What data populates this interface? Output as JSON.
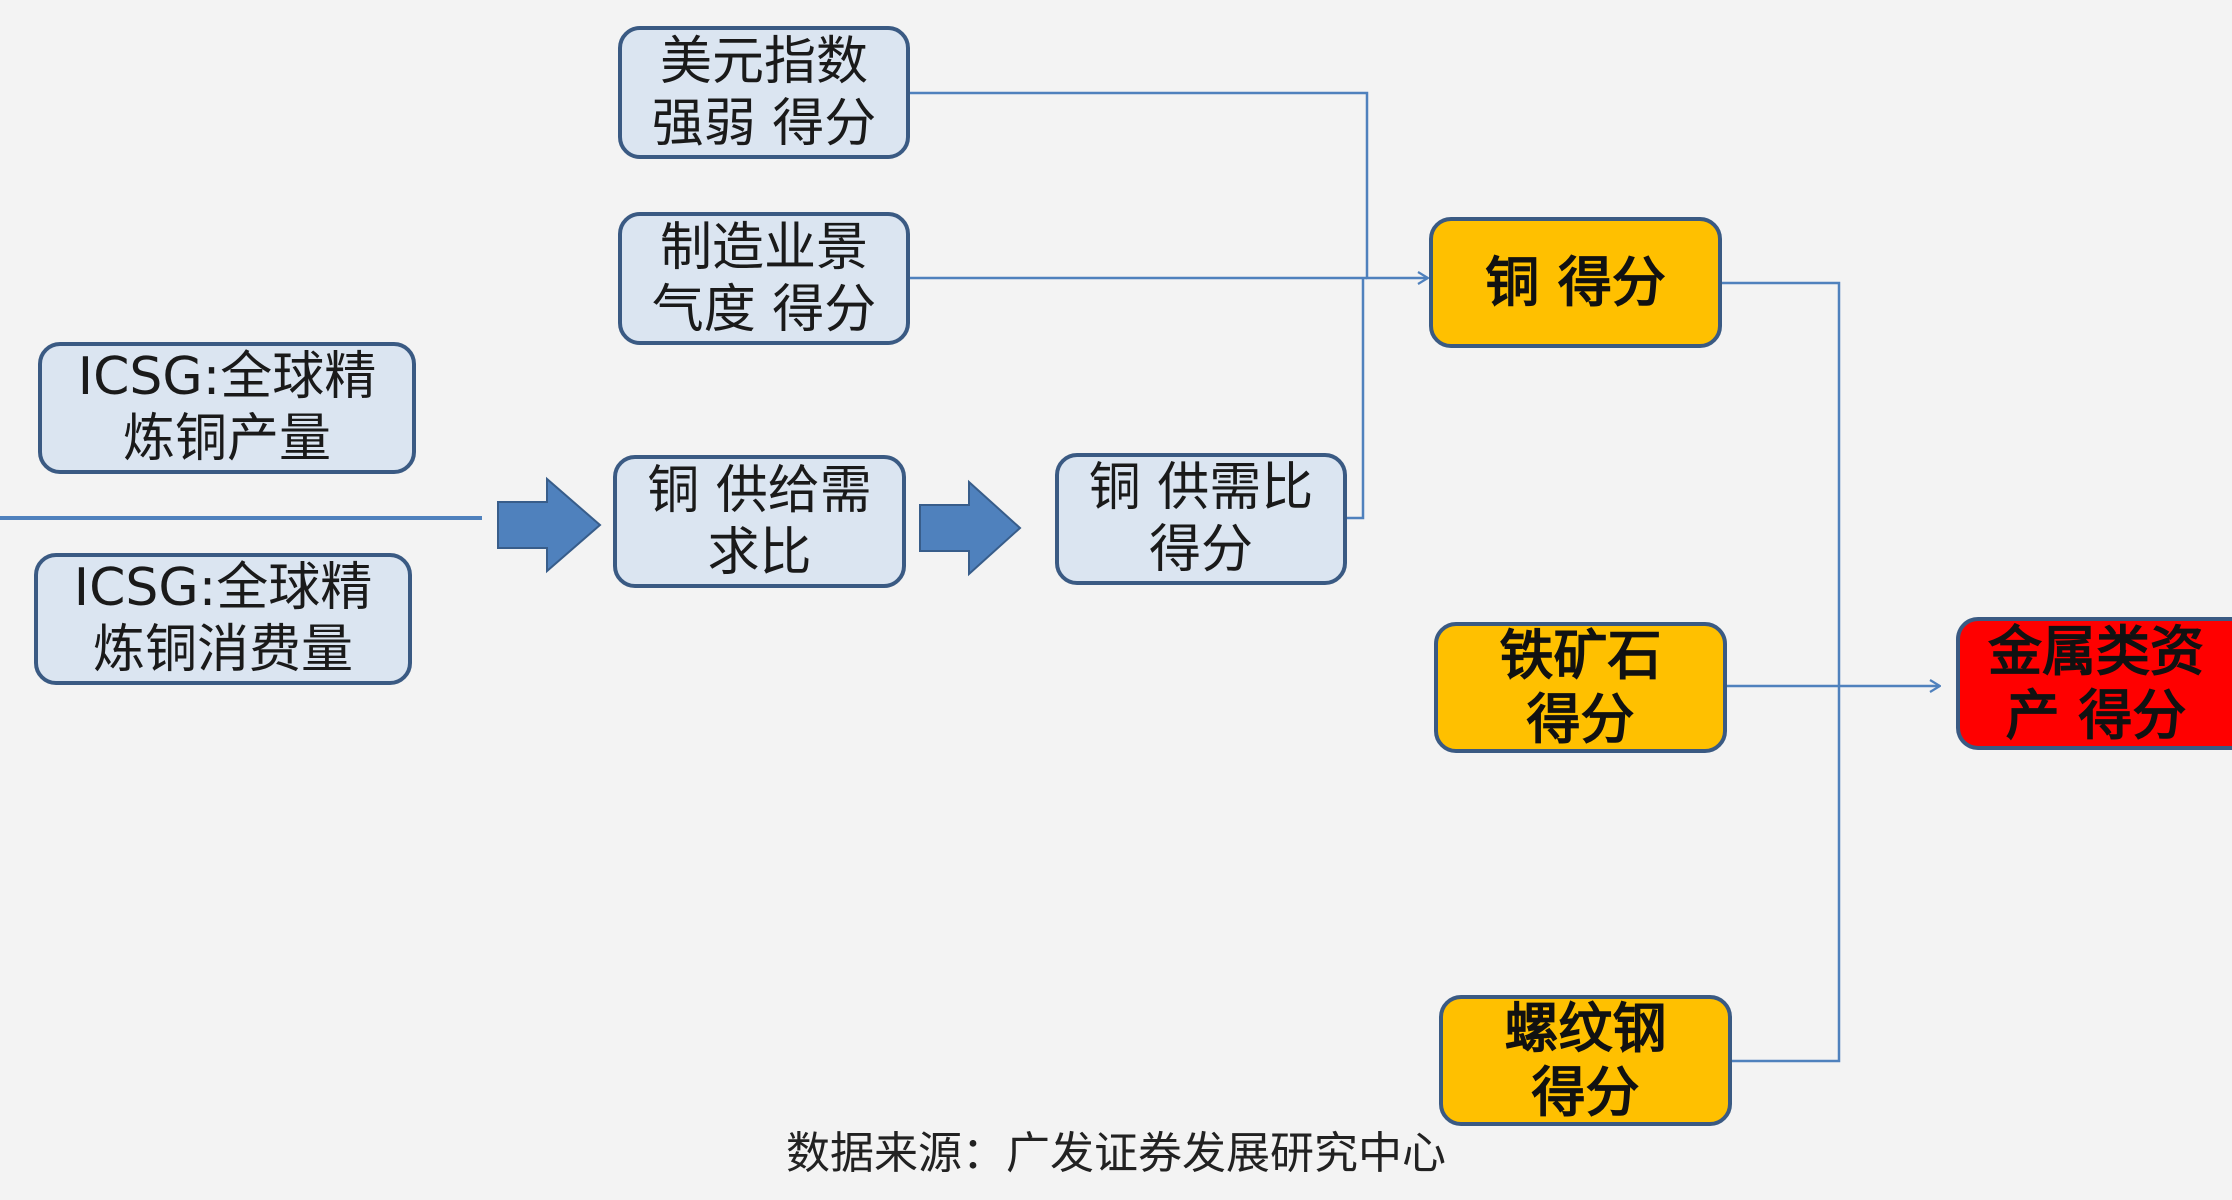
{
  "diagram": {
    "nodes": {
      "usd_index": "美元指数\n强弱 得分",
      "manufacturing": "制造业景\n气度 得分",
      "icsg_production": "ICSG:全球精\n炼铜产量",
      "icsg_consumption": "ICSG:全球精\n炼铜消费量",
      "copper_supply_demand_ratio": "铜 供给需\n求比",
      "copper_supply_demand_score": "铜 供需比\n得分",
      "copper_score": "铜 得分",
      "iron_ore_score": "铁矿石\n得分",
      "rebar_score": "螺纹钢\n得分",
      "metal_asset_score": "金属类资\n产 得分"
    },
    "colors": {
      "box_fill": "#dbe5f1",
      "box_border": "#3a5a83",
      "score_fill": "#ffc000",
      "final_fill": "#ff0000",
      "line": "#4f81bd",
      "block_arrow": "#4f81bd"
    }
  },
  "source_note": "数据来源：广发证券发展研究中心"
}
